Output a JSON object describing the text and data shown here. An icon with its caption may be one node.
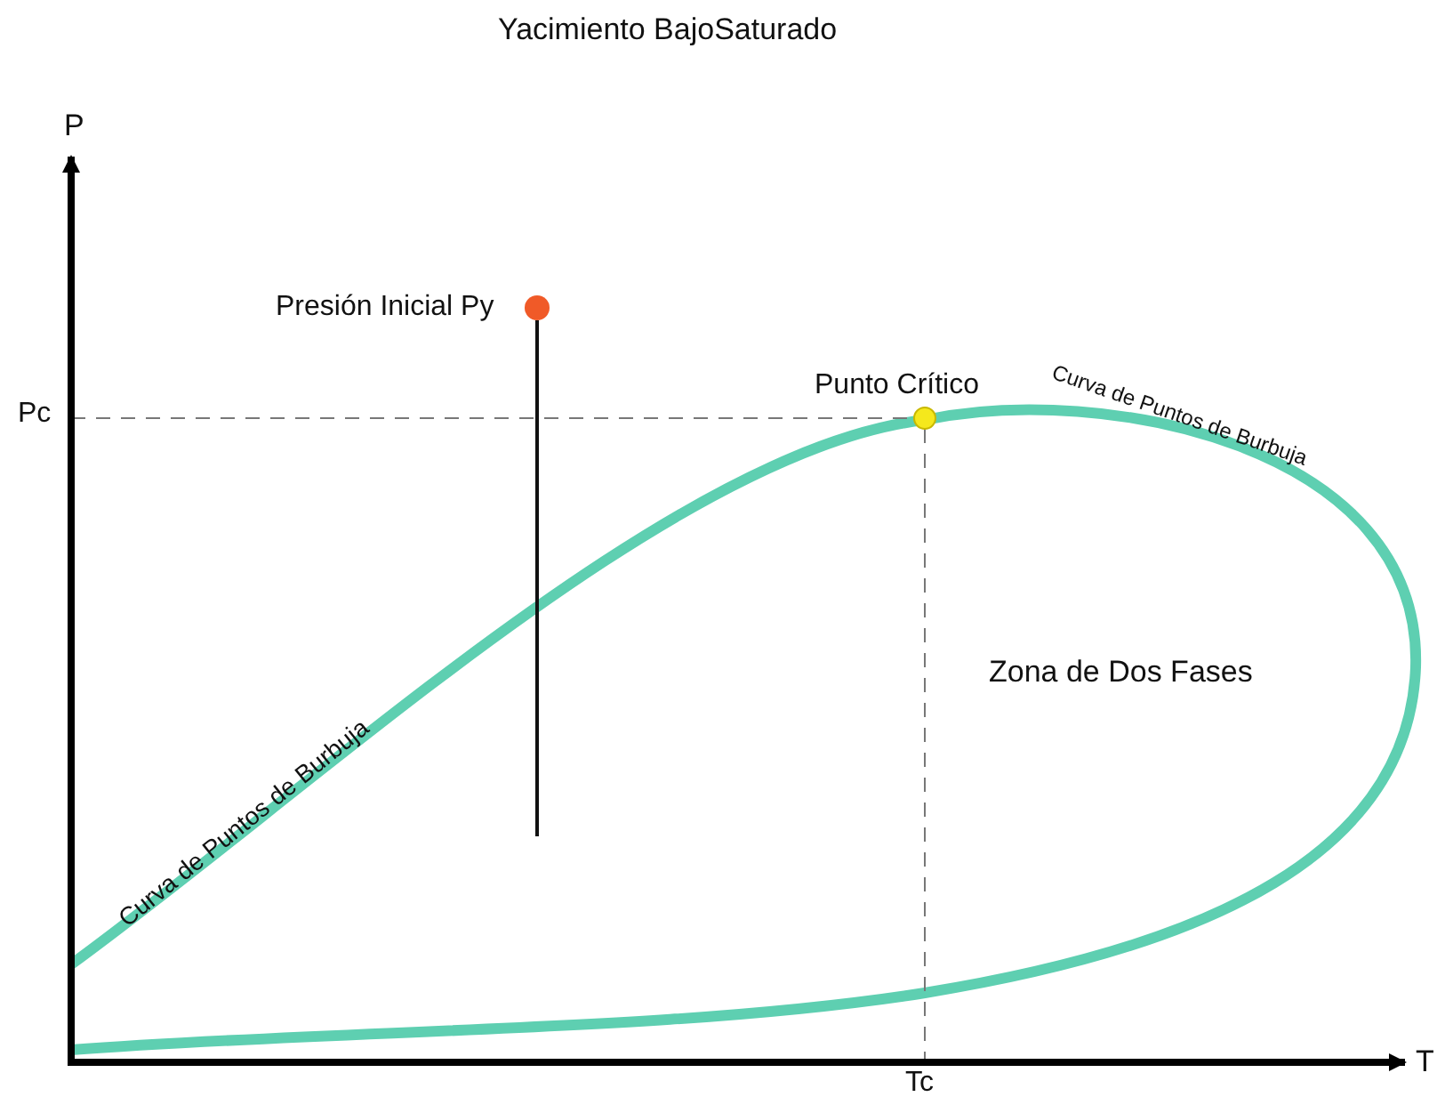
{
  "diagram": {
    "title": "Yacimiento BajoSaturado",
    "labels": [
      "P",
      "Presión Inicial Py",
      "Punto Crítico",
      "Curva de Puntos de Burbuja",
      "Pc",
      "Zona de Dos Fases",
      "Curva de Puntos de Burbuja",
      "T",
      "Tc"
    ]
  }
}
